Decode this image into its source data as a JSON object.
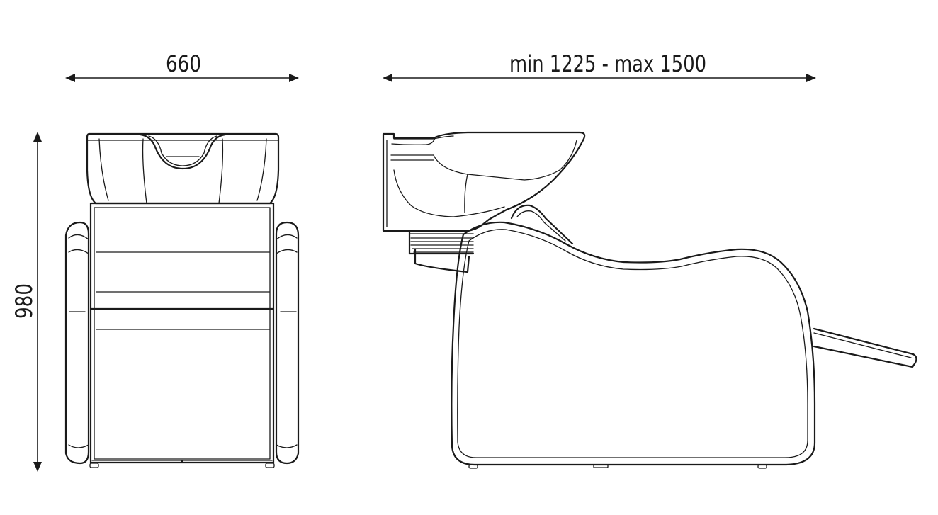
{
  "dimensions": {
    "front_width": "660",
    "height": "980",
    "side_length": "min 1225 - max 1500"
  },
  "colors": {
    "line": "#1a1a1a",
    "background": "#ffffff"
  }
}
